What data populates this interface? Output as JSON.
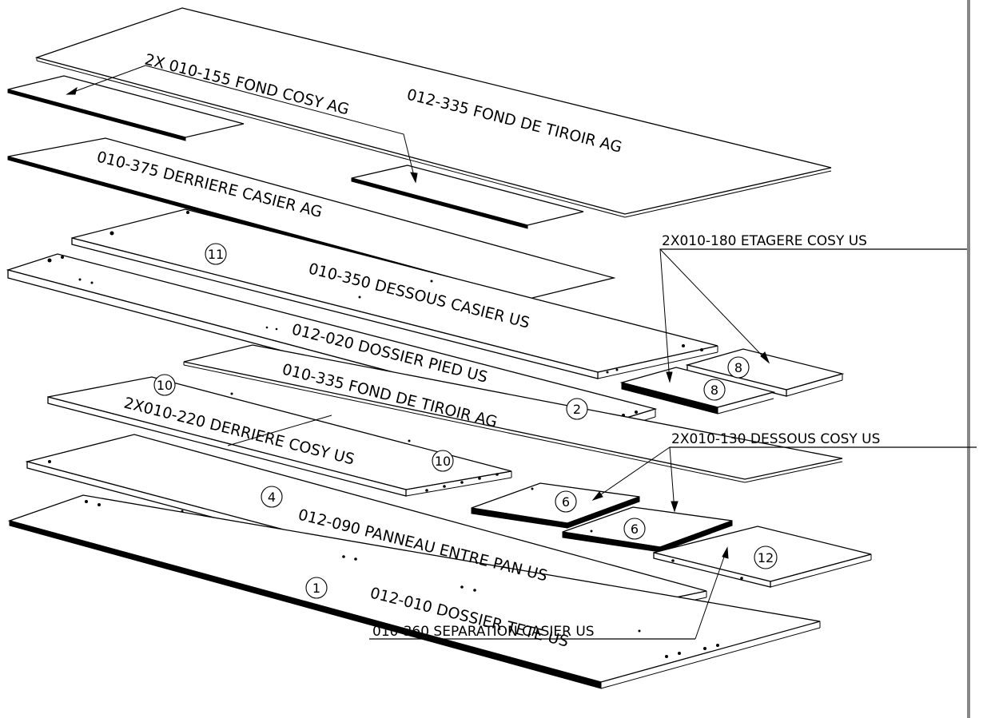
{
  "labels": {
    "l012_335": "012-335 FOND DE TIROIR AG",
    "l010_155": "2X 010-155 FOND COSY AG",
    "l010_375": "010-375 DERRIERE CASIER AG",
    "l010_350": "010-350 DESSOUS CASIER US",
    "l012_020": "012-020 DOSSIER PIED US",
    "l010_335": "010-335 FOND DE TIROIR AG",
    "l010_220": "2X010-220 DERRIERE COSY US",
    "l012_090": "012-090 PANNEAU ENTRE PAN US",
    "l012_010": "012-010 DOSSIER TETE US",
    "l010_180": "2X010-180 ETAGERE COSY US",
    "l010_130": "2X010-130 DESSOUS COSY US",
    "l010_360": "010-360 SEPARATION CASIER US"
  },
  "balloons": {
    "b11": "11",
    "b2": "2",
    "b10a": "10",
    "b10b": "10",
    "b4": "4",
    "b1": "1",
    "b8a": "8",
    "b8b": "8",
    "b6a": "6",
    "b6b": "6",
    "b12": "12"
  },
  "colors": {
    "line": "#000000",
    "background": "#ffffff",
    "frame": "#888888"
  }
}
